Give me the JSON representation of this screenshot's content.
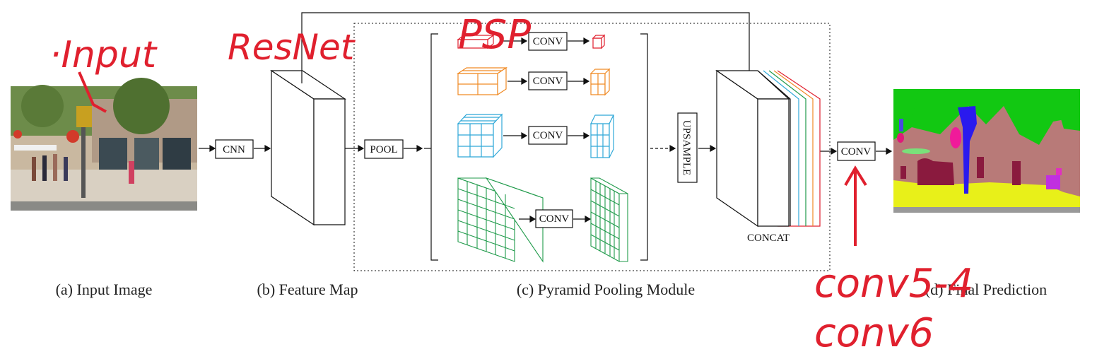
{
  "captions": {
    "a": "(a) Input Image",
    "b": "(b) Feature Map",
    "c": "(c) Pyramid Pooling Module",
    "d": "(d) Final Prediction"
  },
  "labels": {
    "cnn": "CNN",
    "pool": "POOL",
    "conv": "CONV",
    "upsample": "UPSAMPLE",
    "concat": "CONCAT",
    "final_conv": "CONV"
  },
  "annotations": {
    "input": "·Input",
    "resnet": "ResNet",
    "psp": "PSP",
    "conv54": "conv5-4",
    "conv6": "conv6"
  },
  "colors": {
    "red": "#e0202e",
    "orange": "#f08a24",
    "cyan": "#2fa8d8",
    "green": "#1f9a4a",
    "seg_green": "#12c812",
    "seg_pink": "#b87a78",
    "seg_yellow": "#e8f019"
  }
}
